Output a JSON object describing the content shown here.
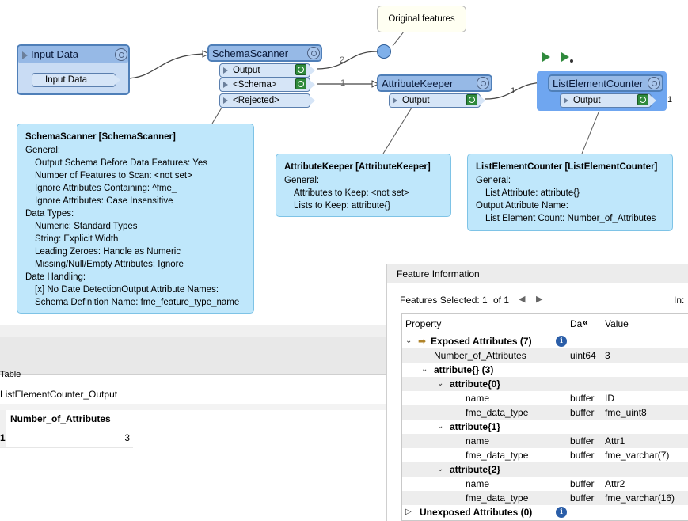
{
  "canvas": {
    "input_data": {
      "title": "Input Data",
      "port": "Input Data"
    },
    "schema_scanner": {
      "title": "SchemaScanner",
      "ports": [
        "Output",
        "<Schema>",
        "<Rejected>"
      ],
      "conn_count_output": "2",
      "conn_count_schema": "1"
    },
    "original_features_tooltip": "Original features",
    "attribute_keeper": {
      "title": "AttributeKeeper",
      "port": "Output",
      "conn_count": "1"
    },
    "list_element_counter": {
      "title": "ListElementCounter",
      "port": "Output",
      "conn_count": "1"
    },
    "notes": {
      "schema_scanner": {
        "title": "SchemaScanner [SchemaScanner]",
        "lines": [
          {
            "text": "General:",
            "indent": 0
          },
          {
            "text": "Output Schema Before Data Features: Yes",
            "indent": 1
          },
          {
            "text": "Number of Features to Scan: <not set>",
            "indent": 1
          },
          {
            "text": "Ignore Attributes Containing: ^fme_",
            "indent": 1
          },
          {
            "text": "Ignore Attributes: Case Insensitive",
            "indent": 1
          },
          {
            "text": "Data Types:",
            "indent": 0
          },
          {
            "text": "Numeric: Standard Types",
            "indent": 1
          },
          {
            "text": "String: Explicit Width",
            "indent": 1
          },
          {
            "text": "Leading Zeroes: Handle as Numeric",
            "indent": 1
          },
          {
            "text": "Missing/Null/Empty Attributes: Ignore",
            "indent": 1
          },
          {
            "text": "Date Handling:",
            "indent": 0
          },
          {
            "text": "[x] No Date DetectionOutput Attribute Names:",
            "indent": 1
          },
          {
            "text": "Schema Definition Name: fme_feature_type_name",
            "indent": 1
          }
        ]
      },
      "attribute_keeper": {
        "title": "AttributeKeeper [AttributeKeeper]",
        "lines": [
          {
            "text": "General:",
            "indent": 0
          },
          {
            "text": "Attributes to Keep: <not set>",
            "indent": 1
          },
          {
            "text": "Lists to Keep: attribute{}",
            "indent": 1
          }
        ]
      },
      "list_element_counter": {
        "title": "ListElementCounter [ListElementCounter]",
        "lines": [
          {
            "text": "General:",
            "indent": 0
          },
          {
            "text": "List Attribute: attribute{}",
            "indent": 1
          },
          {
            "text": "Output Attribute Name:",
            "indent": 0
          },
          {
            "text": "List Element Count: Number_of_Attributes",
            "indent": 1
          }
        ]
      }
    }
  },
  "table_view": {
    "label": "Table",
    "dataset": "ListElementCounter_Output",
    "column": "Number_of_Attributes",
    "rows": [
      {
        "num": "1",
        "value": "3"
      }
    ]
  },
  "feature_info": {
    "title": "Feature Information",
    "selected_label": "Features Selected:",
    "selected_index": "1",
    "selected_total": "of 1",
    "in_label": "In:",
    "columns": {
      "property": "Property",
      "type": "Da",
      "value": "Value"
    },
    "rows": [
      {
        "label": "Exposed Attributes (7)",
        "type": "",
        "value": "",
        "bold": true,
        "info": true
      },
      {
        "label": "Number_of_Attributes",
        "type": "uint64",
        "value": "3"
      },
      {
        "label": "attribute{} (3)",
        "type": "",
        "value": "",
        "bold": true
      },
      {
        "label": "attribute{0}",
        "type": "",
        "value": "",
        "bold": true
      },
      {
        "label": "name",
        "type": "buffer",
        "value": "ID"
      },
      {
        "label": "fme_data_type",
        "type": "buffer",
        "value": "fme_uint8"
      },
      {
        "label": "attribute{1}",
        "type": "",
        "value": "",
        "bold": true
      },
      {
        "label": "name",
        "type": "buffer",
        "value": "Attr1"
      },
      {
        "label": "fme_data_type",
        "type": "buffer",
        "value": "fme_varchar(7)"
      },
      {
        "label": "attribute{2}",
        "type": "",
        "value": "",
        "bold": true
      },
      {
        "label": "name",
        "type": "buffer",
        "value": "Attr2"
      },
      {
        "label": "fme_data_type",
        "type": "buffer",
        "value": "fme_varchar(16)"
      },
      {
        "label": "Unexposed Attributes (0)",
        "type": "",
        "value": "",
        "bold": true,
        "info": true
      }
    ]
  },
  "colors": {
    "transformer": "#96b9e6",
    "selected": "#6fa6f0",
    "note": "#bfe7fb"
  }
}
